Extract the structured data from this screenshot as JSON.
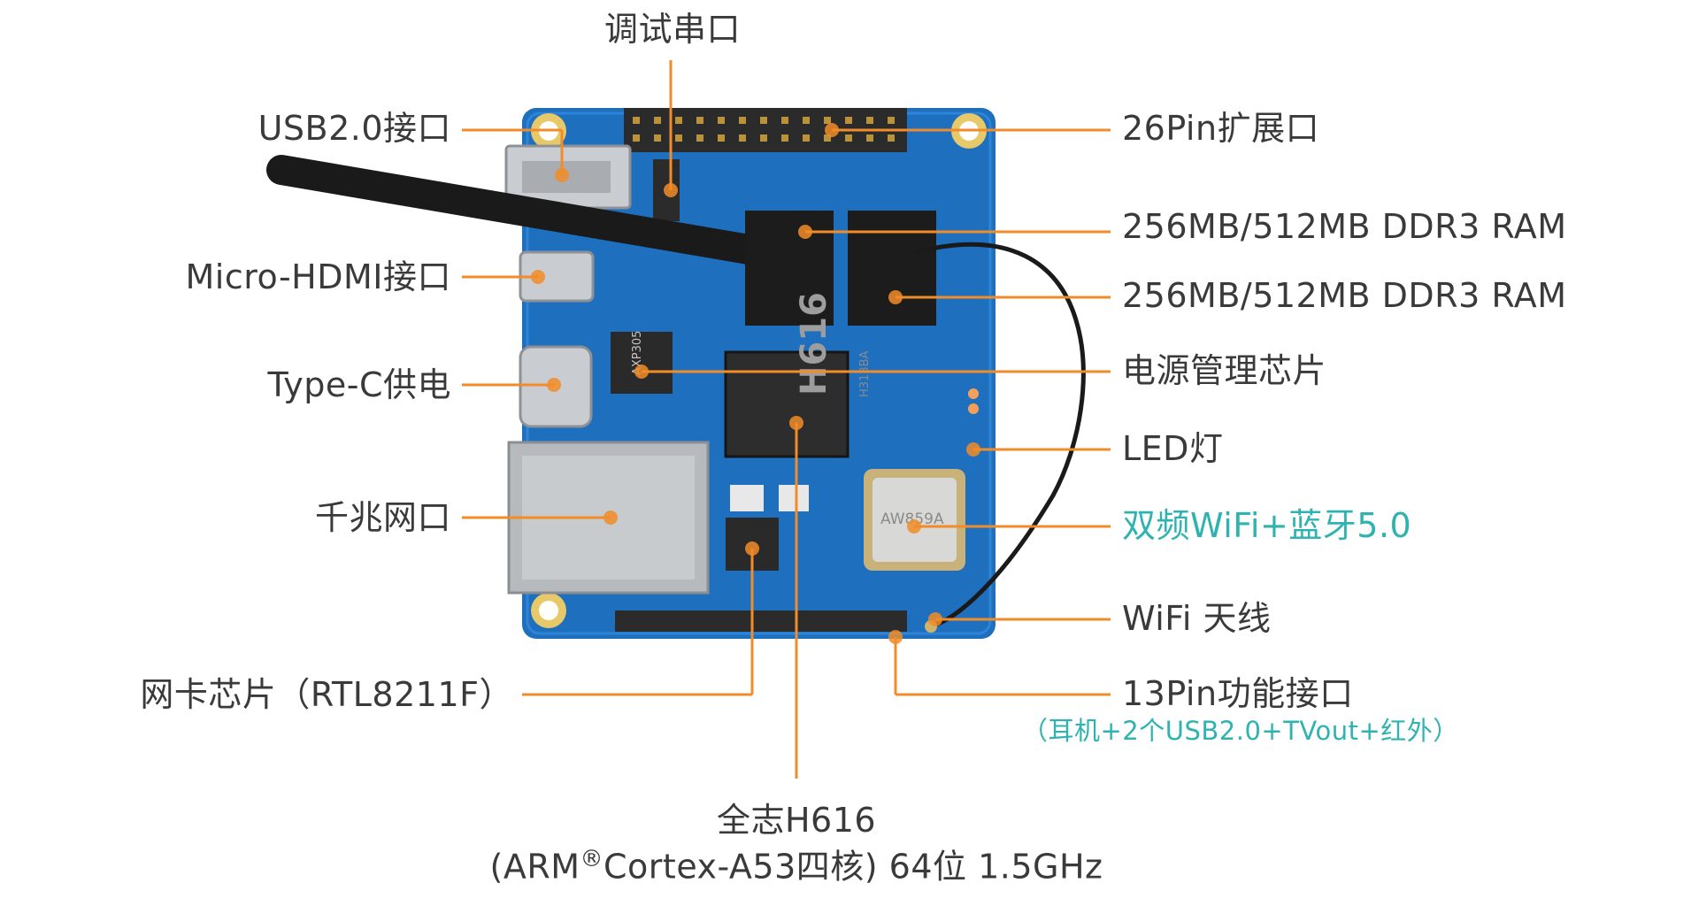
{
  "labels": {
    "debug_serial": "调试串口",
    "usb": "USB2.0接口",
    "micro_hdmi": "Micro-HDMI接口",
    "type_c": "Type-C供电",
    "ethernet": "千兆网口",
    "nic_chip": "网卡芯片（RTL8211F）",
    "soc_line1": "全志H616",
    "soc_line2_a": "(ARM",
    "soc_line2_reg": "®",
    "soc_line2_b": "Cortex-A53四核) 64位 1.5GHz",
    "pin26": "26Pin扩展口",
    "ram1": "256MB/512MB DDR3 RAM",
    "ram2": "256MB/512MB DDR3 RAM",
    "pmic": "电源管理芯片",
    "led": "LED灯",
    "wifi_bt": "双频WiFi+蓝牙5.0",
    "wifi_antenna": "WiFi 天线",
    "pin13": "13Pin功能接口",
    "pin13_sub": "（耳机+2个USB2.0+TVout+红外）"
  },
  "chip_marks": {
    "soc": "H616",
    "soc_small": "H313BA",
    "pmic": "AXP305",
    "wifi": "AW859A"
  },
  "colors": {
    "leader_line": "#f28c28",
    "label_text": "#3a3a3a",
    "accent_teal": "#2fb3b1",
    "board": "#1f6fbf"
  }
}
